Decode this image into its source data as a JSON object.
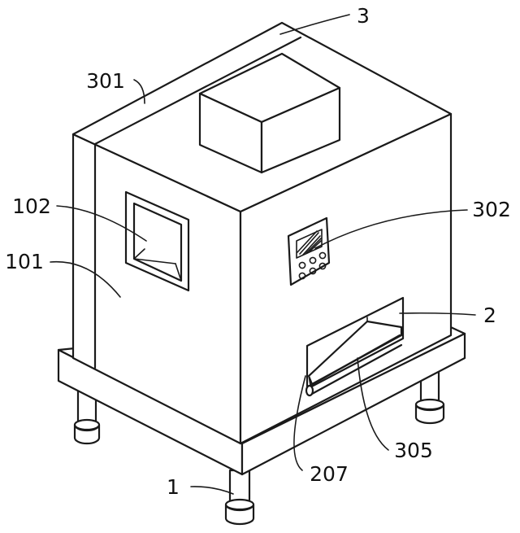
{
  "labels": {
    "l3": "3",
    "l301": "301",
    "l102": "102",
    "l101": "101",
    "l302": "302",
    "l2": "2",
    "l305": "305",
    "l207": "207",
    "l1": "1"
  }
}
